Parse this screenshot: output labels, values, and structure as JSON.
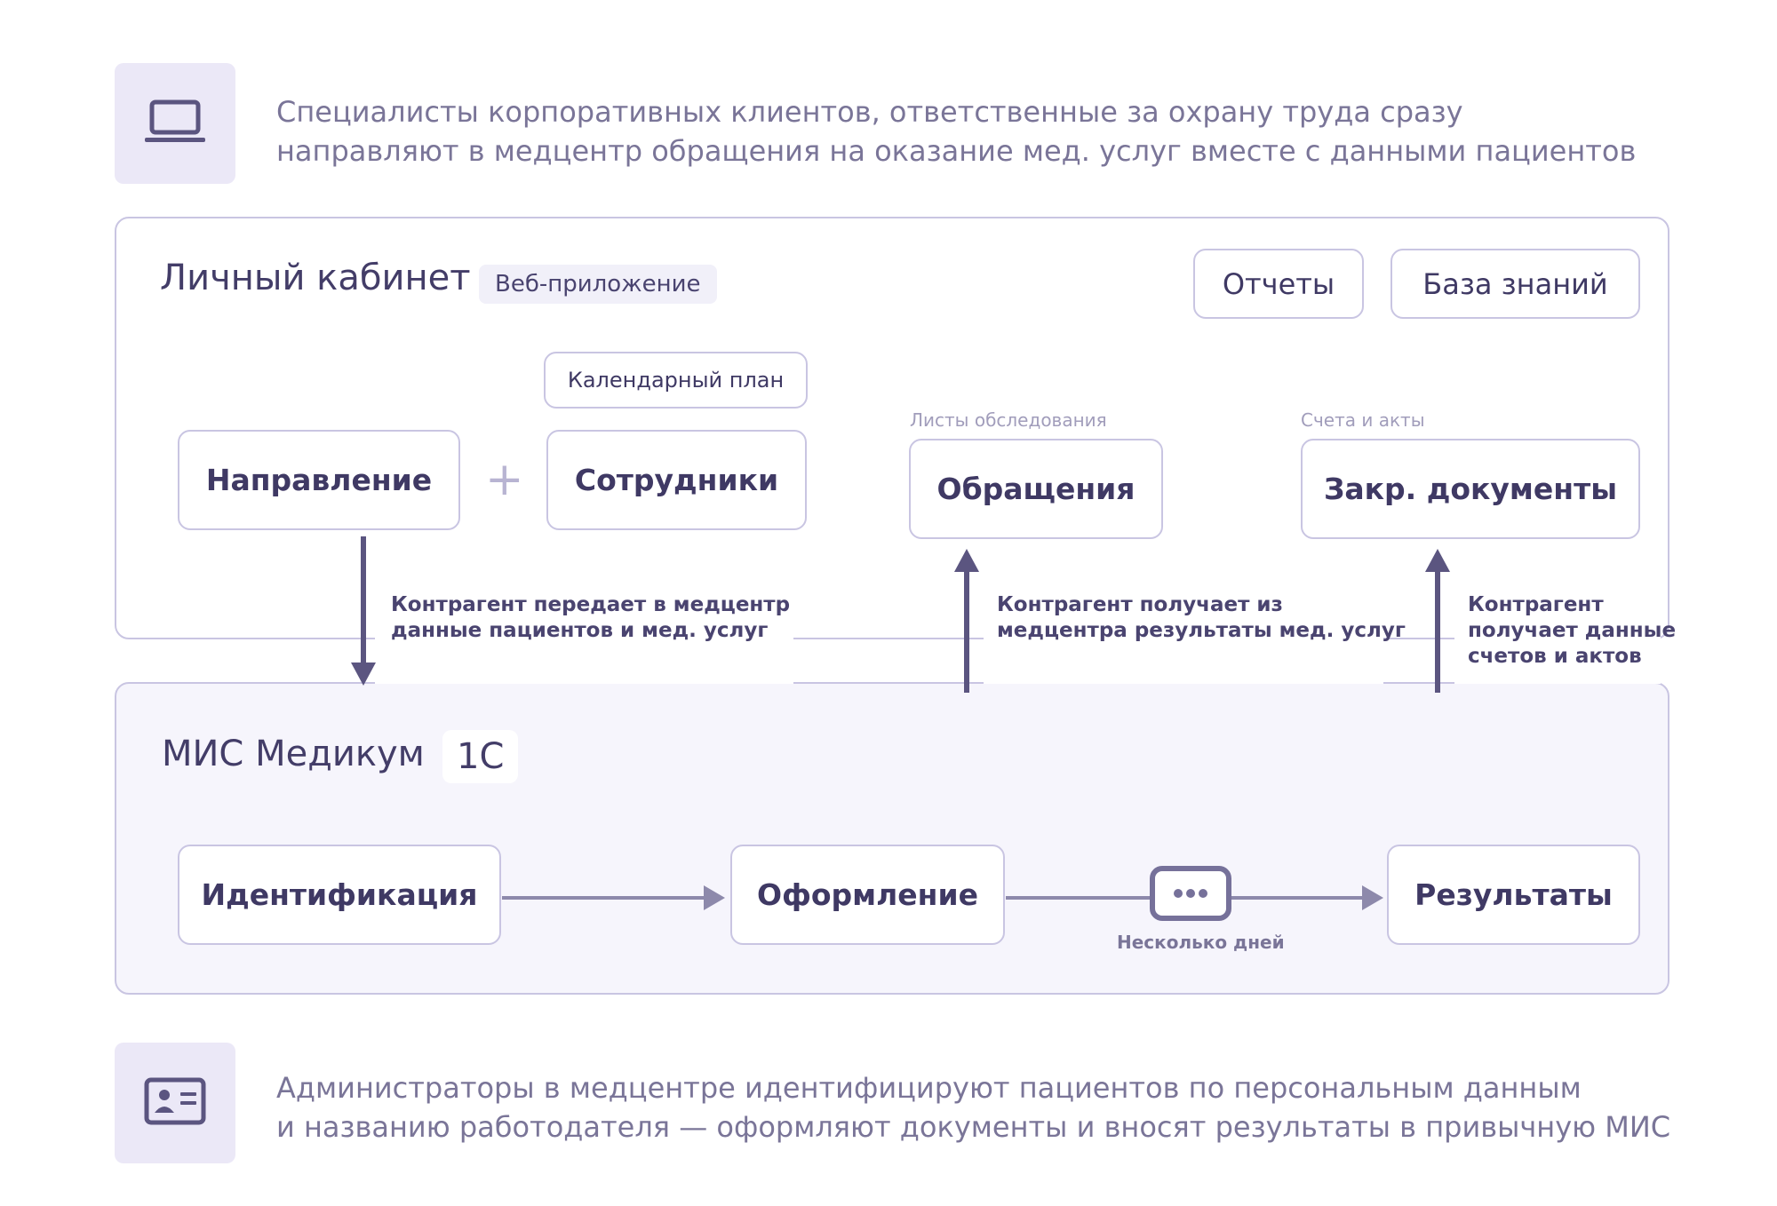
{
  "top_intro": {
    "icon": "laptop-icon",
    "line1": "Специалисты корпоративных клиентов, ответственные за охрану труда сразу",
    "line2": "направляют в медцентр обращения на оказание мед. услуг вместе с данными пациентов"
  },
  "cabinet": {
    "title": "Личный кабинет",
    "chip": "Веб-приложение",
    "reports_button": "Отчеты",
    "knowledge_button": "База знаний",
    "direction": "Направление",
    "plus": "+",
    "calendar_plan": "Календарный план",
    "employees": "Сотрудники",
    "appeals_caption": "Листы обследования",
    "appeals": "Обращения",
    "closing_caption": "Счета и акты",
    "closing_docs": "Закр. документы"
  },
  "flows": {
    "send_line1": "Контрагент передает в медцентр",
    "send_line2": "данные пациентов и мед. услуг",
    "receive_line1": "Контрагент получает из",
    "receive_line2": "медцентра результаты мед. услуг",
    "bills_line1": "Контрагент",
    "bills_line2": "получает данные",
    "bills_line3": "счетов и актов"
  },
  "mis": {
    "title": "МИС Медикум",
    "chip": "1С",
    "identification": "Идентификация",
    "registration": "Оформление",
    "wait_label": "Несколько дней",
    "results": "Результаты"
  },
  "bottom_intro": {
    "icon": "id-card-icon",
    "line1": "Администраторы в медцентре идентифицируют пациентов по персональным данным",
    "line2": "и названию работодателя — оформляют документы и вносят результаты в привычную МИС"
  },
  "colors": {
    "accent": "#5b5580",
    "border": "#c9c5e2",
    "tile": "#ebe8f7"
  }
}
